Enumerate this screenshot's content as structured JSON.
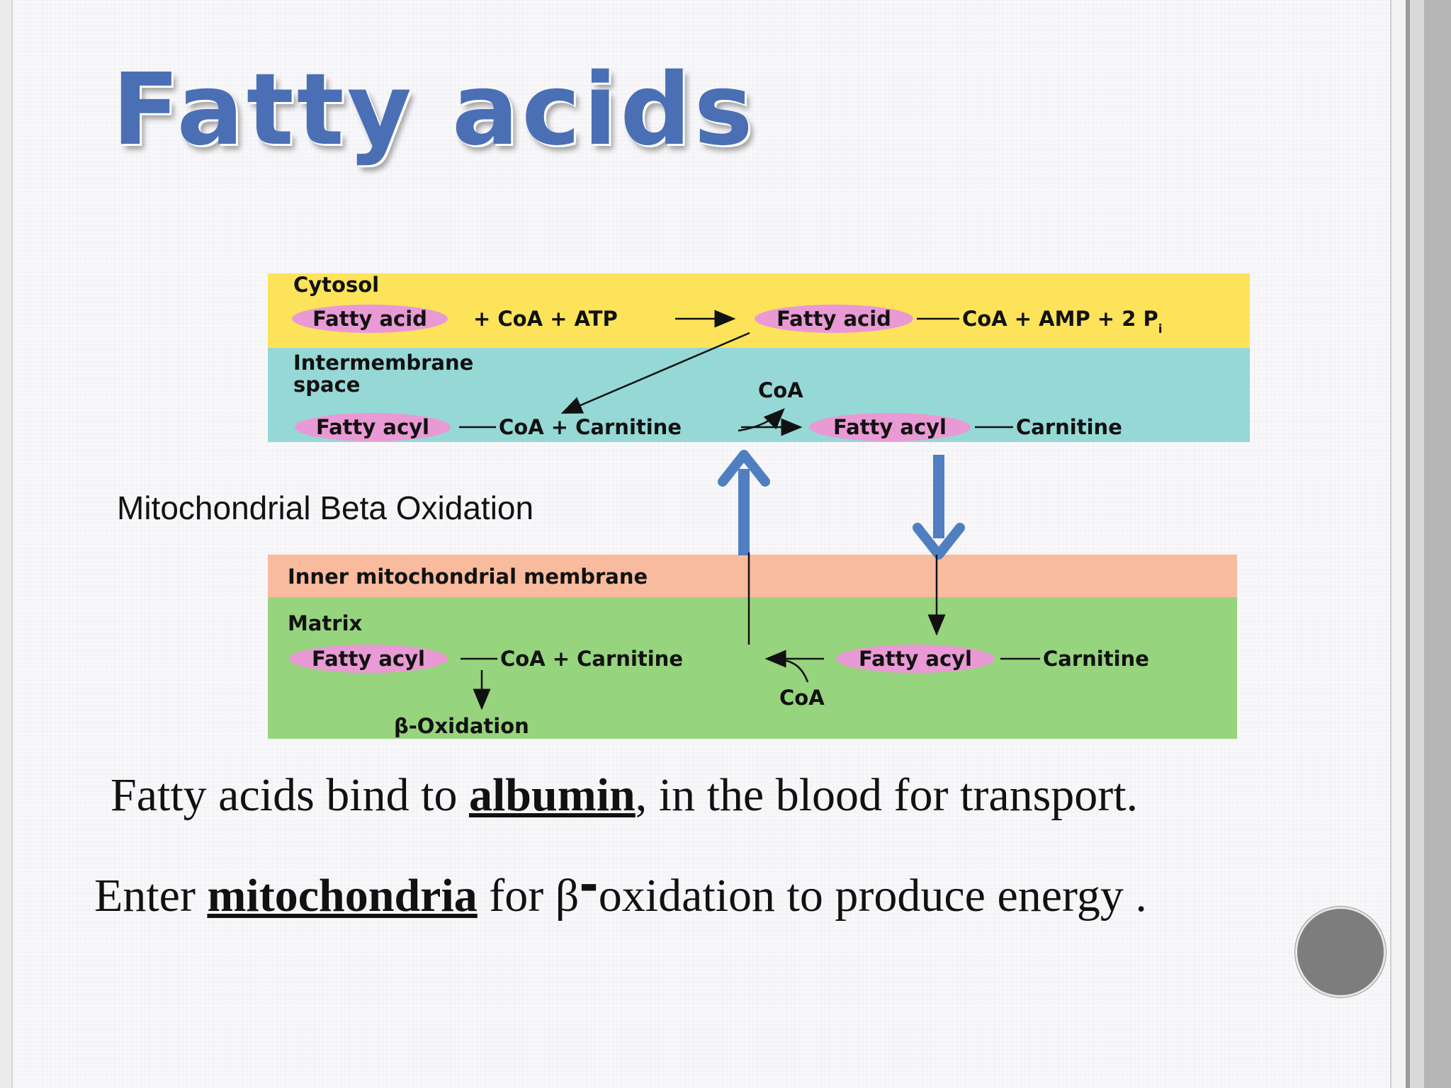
{
  "slide": {
    "title": "Fatty acids",
    "side_label": "Mitochondrial Beta Oxidation",
    "line1": {
      "pre": "Fatty acids bind to ",
      "bold": "albumin",
      "post": ", in the blood for transport."
    },
    "line2": {
      "pre": "Enter ",
      "bold": "mitochondria",
      "post": " for β",
      "dash": "-",
      "post2": "oxidation to produce energy ."
    }
  },
  "diagram": {
    "regions": {
      "cytosol": "Cytosol",
      "intermembrane_1": "Intermembrane",
      "intermembrane_2": "space",
      "inner_membrane": "Inner mitochondrial membrane",
      "matrix": "Matrix"
    },
    "cytosol_row": {
      "fatty_acid_left": "Fatty acid",
      "reactants": "+ CoA + ATP",
      "fatty_acid_right": "Fatty acid",
      "products": "CoA + AMP + 2 P",
      "sub": "i"
    },
    "intermembrane_row": {
      "fatty_acyl_left": "Fatty acyl",
      "coa_carnitine": "CoA + Carnitine",
      "coa_top": "CoA",
      "fatty_acyl_right": "Fatty acyl",
      "carnitine": "Carnitine"
    },
    "matrix_row": {
      "fatty_acyl_left": "Fatty acyl",
      "coa_carnitine": "CoA + Carnitine",
      "coa_bottom": "CoA",
      "fatty_acyl_right": "Fatty acyl",
      "carnitine": "Carnitine",
      "beta_oxidation": "β-Oxidation"
    },
    "colors": {
      "cytosol": "#fde35a",
      "intermembrane": "#96d8d6",
      "inner_membrane": "#f9bb9d",
      "matrix": "#97d47e",
      "oval": "#e99ad4",
      "transport_arrow": "#4f7fc0"
    }
  }
}
